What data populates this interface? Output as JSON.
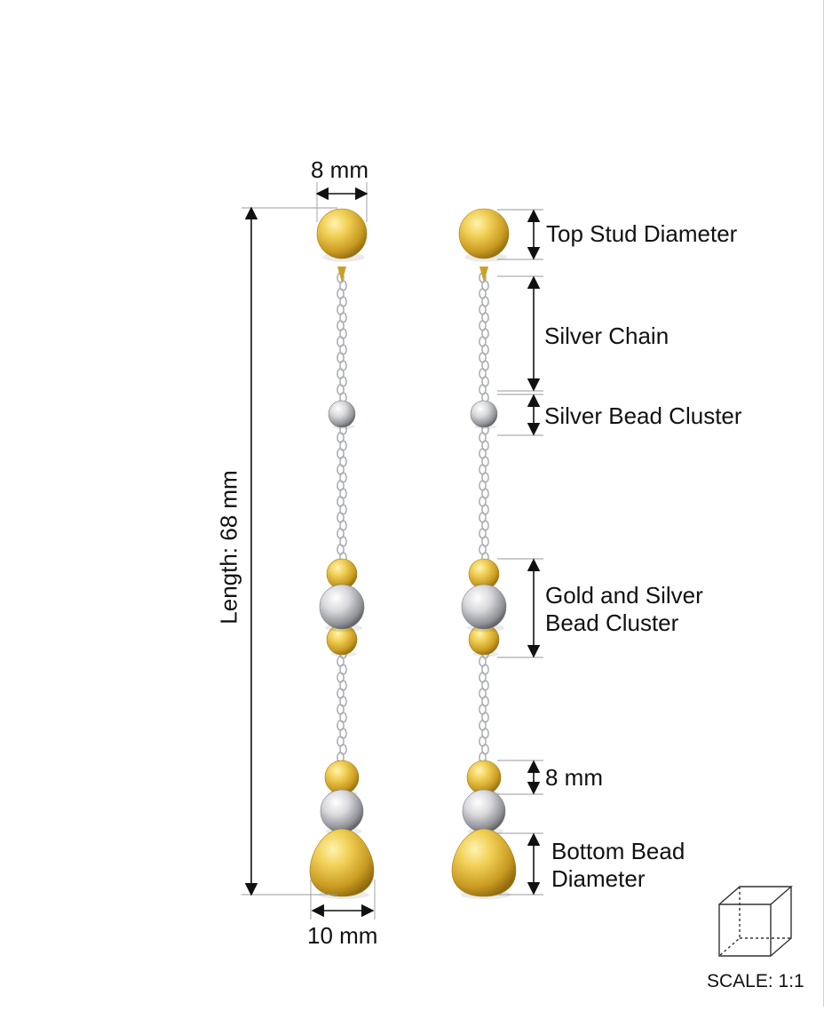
{
  "dimensions": {
    "stud_width": "8 mm",
    "bottom_width": "10 mm",
    "length": "Length: 68 mm"
  },
  "labels": {
    "top_stud": "Top Stud Diameter",
    "silver_chain": "Silver Chain",
    "silver_bead_cluster": "Silver Bead Cluster",
    "gold_silver_cluster_line1": "Gold and Silver",
    "gold_silver_cluster_line2": "Bead Cluster",
    "small_bead": "8 mm",
    "bottom_bead_line1": "Bottom Bead",
    "bottom_bead_line2": "Diameter"
  },
  "scale": "SCALE: 1:1",
  "colors": {
    "gold_light": "#fff3b0",
    "gold_mid": "#e0bb3a",
    "gold_dark": "#8f6a0e",
    "silver_light": "#ffffff",
    "silver_mid": "#bfbfc2",
    "silver_dark": "#55575c",
    "chain": "#a9abb0",
    "line": "#111111"
  }
}
